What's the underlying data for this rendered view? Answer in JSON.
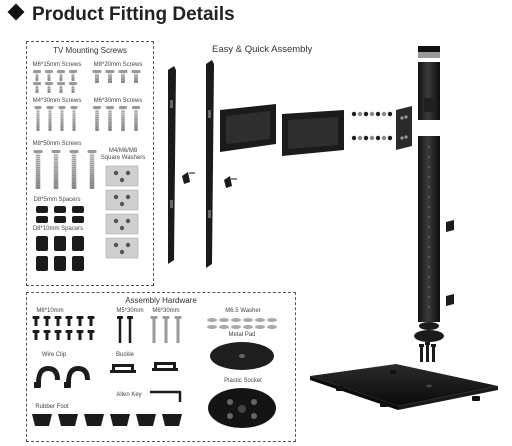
{
  "page": {
    "title": "Product Fitting Details",
    "assembly_label": "Easy & Quick Assembly"
  },
  "tv_screws": {
    "heading": "TV Mounting Screws",
    "m6x15": "M6*15mm Screws",
    "m8x20": "M8*20mm Screws",
    "m4x30": "M4*30mm Screws",
    "m6x30": "M6*30mm Screws",
    "m8x50": "M8*50mm Screws",
    "washers": "M4/M6/M8\nSquare Washers",
    "spacers5": "D8*5mm Spacers",
    "spacers10": "D8*10mm Spacers"
  },
  "hardware": {
    "heading": "Assembly Hardware",
    "m6x10": "M6*10mm",
    "m5x30": "M5*30mm",
    "m6x30": "M6*30mm",
    "washer": "M6.5 Washer",
    "wire_clip": "Wire Clip",
    "buckle": "Buckle",
    "metal_pad": "Metal Pad",
    "allen_key": "Allen Key",
    "plastic_socket": "Plastic Socket",
    "rubber_foot": "Rubber Foot"
  },
  "colors": {
    "metal": "#2a2a2a",
    "silver": "#b8b8b8",
    "border": "#555555"
  }
}
